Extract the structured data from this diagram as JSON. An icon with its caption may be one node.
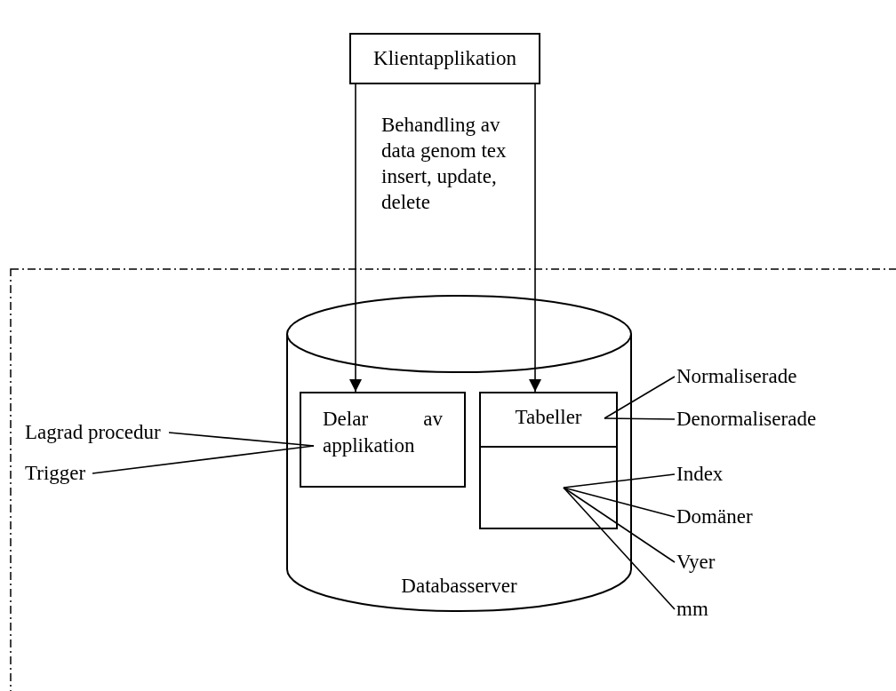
{
  "diagram": {
    "nodes": [
      {
        "text": [
          "Klientapplikation"
        ]
      },
      {
        "text": [],
        "shape": "box"
      },
      {
        "text": [
          "Databasserver"
        ],
        "in": 1
      },
      {
        "text": [
          "Delar av applikation"
        ],
        "in": 2
      },
      {
        "text": [
          "Tabeller"
        ],
        "in": 2
      },
      {
        "text": [],
        "shape": "box",
        "in": 4
      },
      {
        "text": [
          "Lagrad procedur"
        ],
        "in": 1
      },
      {
        "text": [
          "Trigger"
        ],
        "in": 1
      },
      {
        "text": [
          "Normaliserade"
        ],
        "in": 1
      },
      {
        "text": [
          "Denormaliserade"
        ],
        "in": 1
      },
      {
        "text": [
          "Index"
        ],
        "in": 1
      },
      {
        "text": [
          "Domäner"
        ],
        "in": 1
      },
      {
        "text": [
          "Vyer"
        ],
        "in": 1
      },
      {
        "text": [
          "mm"
        ],
        "in": 1
      }
    ],
    "edges": [
      {
        "from": 0,
        "to": 3,
        "arrow": "to"
      },
      {
        "from": 0,
        "to": 4,
        "arrow": "to"
      },
      {
        "from": 6,
        "to": 3,
        "arrow": "none"
      },
      {
        "from": 7,
        "to": 3,
        "arrow": "none"
      },
      {
        "from": 8,
        "to": 4,
        "arrow": "none"
      },
      {
        "from": 9,
        "to": 4,
        "arrow": "none"
      },
      {
        "from": 10,
        "to": 5,
        "arrow": "none"
      },
      {
        "from": 11,
        "to": 5,
        "arrow": "none"
      },
      {
        "from": 12,
        "to": 5,
        "arrow": "none"
      },
      {
        "from": 13,
        "to": 5,
        "arrow": "none"
      }
    ],
    "labels": [
      "Behandling av data genom tex insert, update, delete"
    ]
  }
}
